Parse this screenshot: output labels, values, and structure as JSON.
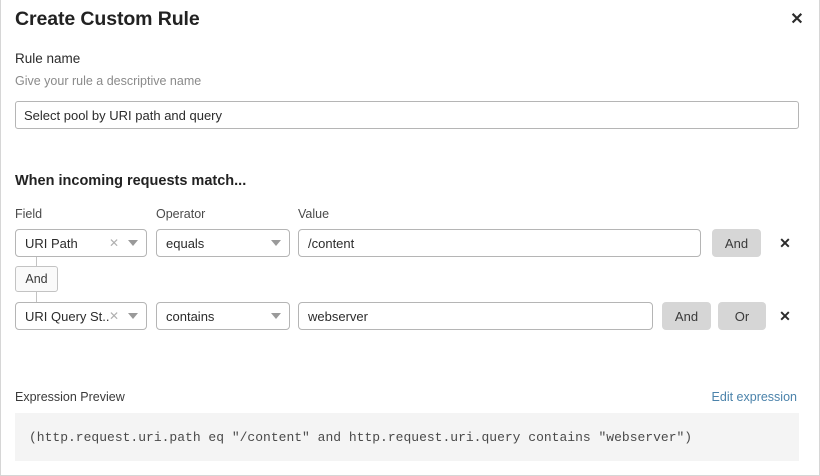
{
  "modal": {
    "title": "Create Custom Rule",
    "close_icon": "close-icon"
  },
  "rule_name": {
    "label": "Rule name",
    "help": "Give your rule a descriptive name",
    "value": "Select pool by URI path and query",
    "placeholder": "Rule name"
  },
  "match": {
    "heading": "When incoming requests match...",
    "columns": {
      "field": "Field",
      "operator": "Operator",
      "value": "Value"
    },
    "connector": {
      "label": "And"
    },
    "rows": [
      {
        "field": "URI Path",
        "operator": "equals",
        "value": "/content",
        "value_placeholder": "Value",
        "logic_buttons": [
          "And"
        ],
        "delete_icon": "close-icon"
      },
      {
        "field": "URI Query St...",
        "operator": "contains",
        "value": "webserver",
        "value_placeholder": "Value",
        "logic_buttons": [
          "And",
          "Or"
        ],
        "delete_icon": "close-icon"
      }
    ]
  },
  "expression_preview": {
    "label": "Expression Preview",
    "edit_link": "Edit expression",
    "code": "(http.request.uri.path eq \"/content\" and http.request.uri.query contains \"webserver\")"
  },
  "colors": {
    "link": "#4b83ab",
    "button_bg": "#d6d6d6",
    "code_bg": "#f4f4f4",
    "border": "#b5b5b5"
  }
}
